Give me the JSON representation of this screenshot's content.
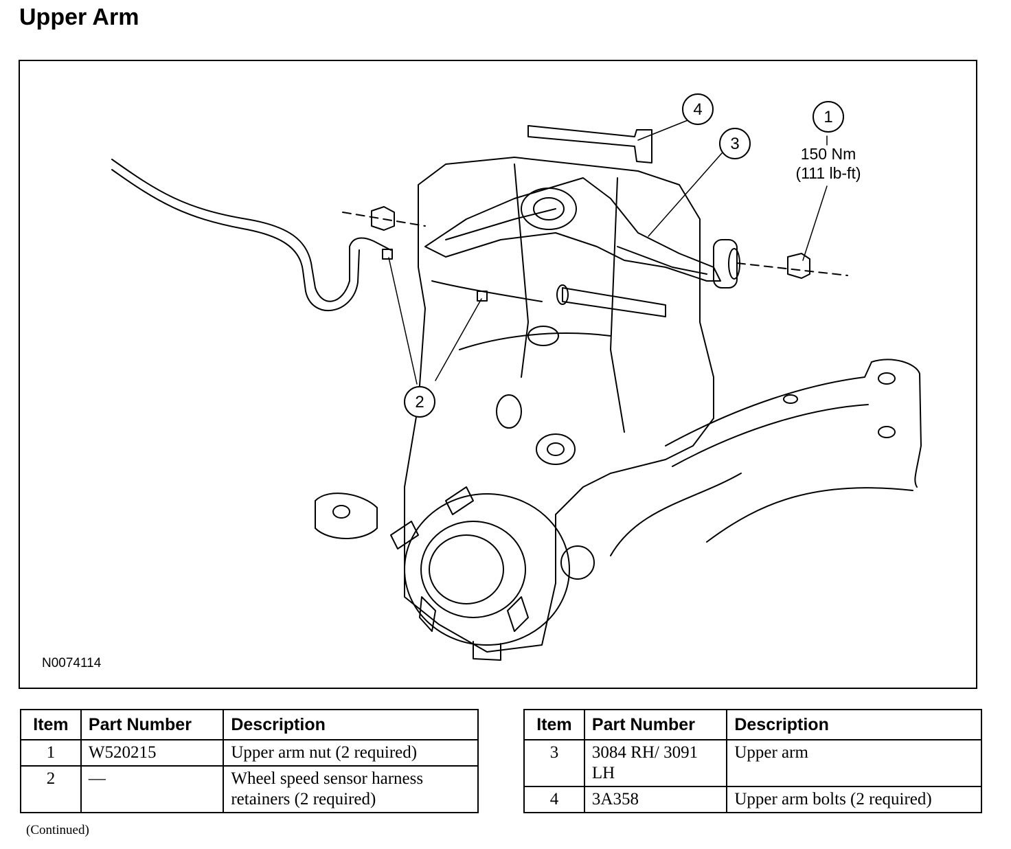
{
  "title": "Upper Arm",
  "figure": {
    "id": "N0074114",
    "callouts": [
      "1",
      "2",
      "3",
      "4"
    ],
    "torque_nm": "150  Nm",
    "torque_lbft": "(111 lb-ft)"
  },
  "table_headers": {
    "item": "Item",
    "part_number": "Part Number",
    "description": "Description"
  },
  "table_left": [
    {
      "item": "1",
      "part_number": "W520215",
      "description": "Upper arm nut (2 required)"
    },
    {
      "item": "2",
      "part_number": "—",
      "description": "Wheel speed sensor harness retainers (2 required)"
    }
  ],
  "table_right": [
    {
      "item": "3",
      "part_number": "3084 RH/ 3091 LH",
      "description": "Upper arm"
    },
    {
      "item": "4",
      "part_number": "3A358",
      "description": "Upper arm bolts (2 required)"
    }
  ],
  "continued": "(Continued)"
}
